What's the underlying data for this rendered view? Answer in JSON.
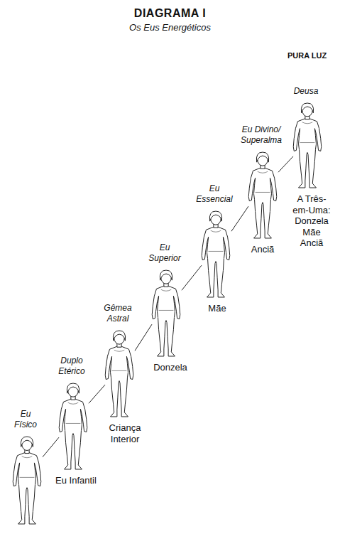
{
  "diagram": {
    "title": "DIAGRAMA I",
    "nodes": [
      {
        "text": [
          "Eu Físico"
        ]
      },
      {
        "text": [
          "Duplo Etérico",
          "Eu Infantil"
        ]
      },
      {
        "text": [
          "Gêmea Astral",
          "Criança Interior"
        ]
      },
      {
        "text": [
          "Eu Superior",
          "Donzela"
        ]
      },
      {
        "text": [
          "Eu Essencial",
          "Mãe"
        ]
      },
      {
        "text": [
          "Eu Divino/ Superalma",
          "Anciã"
        ]
      },
      {
        "text": [
          "Deusa",
          "A Três-em-Uma: Donzela Mãe Anciã"
        ]
      }
    ],
    "edges": [
      {
        "from": 0,
        "to": 1,
        "arrow": "none"
      },
      {
        "from": 1,
        "to": 2,
        "arrow": "none"
      },
      {
        "from": 2,
        "to": 3,
        "arrow": "none"
      },
      {
        "from": 3,
        "to": 4,
        "arrow": "none"
      },
      {
        "from": 4,
        "to": 5,
        "arrow": "none"
      },
      {
        "from": 5,
        "to": 6,
        "arrow": "none"
      }
    ],
    "labels": [
      "Os Eus Energéticos",
      "PURA LUZ"
    ]
  }
}
